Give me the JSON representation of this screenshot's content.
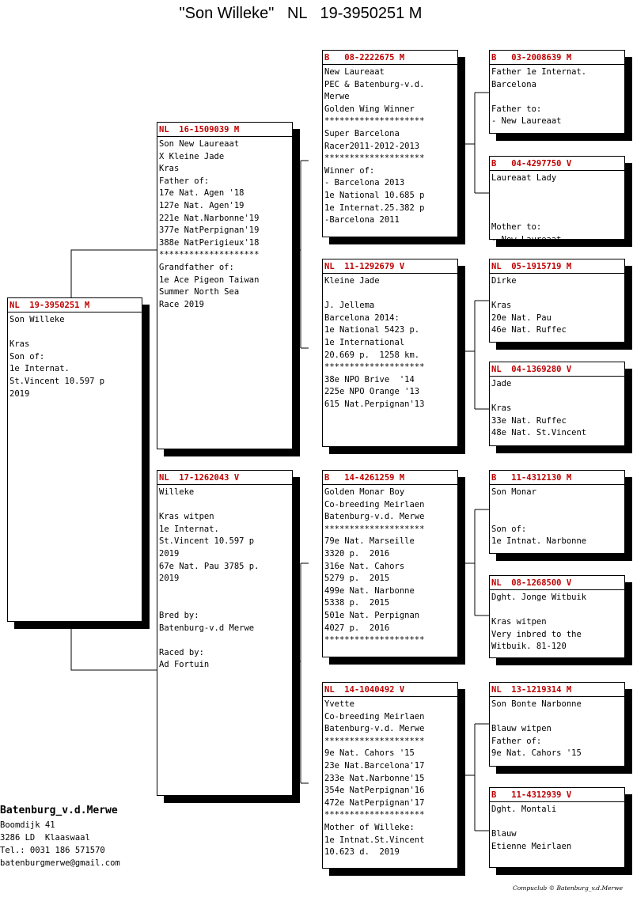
{
  "title": "\"Son Willeke\"   NL   19-3950251 M",
  "cards": {
    "subject": {
      "header": "NL  19-3950251 M",
      "lines": [
        "Son Willeke",
        "",
        "Kras",
        "Son of:",
        "1e Internat.",
        "St.Vincent 10.597 p",
        "2019"
      ]
    },
    "sire": {
      "header": "NL  16-1509039 M",
      "lines": [
        "Son New Laureaat",
        "X Kleine Jade",
        "Kras",
        "Father of:",
        "17e Nat. Agen '18",
        "127e Nat. Agen'19",
        "221e Nat.Narbonne'19",
        "377e NatPerpignan'19",
        "388e NatPerigieux'18",
        "********************",
        "Grandfather of:",
        "1e Ace Pigeon Taiwan",
        "Summer North Sea",
        "Race 2019"
      ]
    },
    "dam": {
      "header": "NL  17-1262043 V",
      "lines": [
        "Willeke",
        "",
        "Kras witpen",
        "1e Internat.",
        "St.Vincent 10.597 p",
        "2019",
        "67e Nat. Pau 3785 p.",
        "2019",
        "",
        "",
        "Bred by:",
        "Batenburg-v.d Merwe",
        "",
        "Raced by:",
        "Ad Fortuin"
      ]
    },
    "ss": {
      "header": "B   08-2222675 M",
      "lines": [
        "New Laureaat",
        "PEC & Batenburg-v.d.",
        "Merwe",
        "Golden Wing Winner",
        "********************",
        "Super Barcelona",
        "Racer2011-2012-2013",
        "********************",
        "Winner of:",
        "- Barcelona 2013",
        "1e National 10.685 p",
        "1e Internat.25.382 p",
        "-Barcelona 2011"
      ]
    },
    "sd": {
      "header": "NL  11-1292679 V",
      "lines": [
        "Kleine Jade",
        "",
        "J. Jellema",
        "Barcelona 2014:",
        "1e National 5423 p.",
        "1e International",
        "20.669 p.  1258 km.",
        "********************",
        "38e NPO Brive  '14",
        "225e NPO Orange '13",
        "615 Nat.Perpignan'13"
      ]
    },
    "ds": {
      "header": "B   14-4261259 M",
      "lines": [
        "Golden Monar Boy",
        "Co-breeding Meirlaen",
        "Batenburg-v.d. Merwe",
        "********************",
        "79e Nat. Marseille",
        "3320 p.  2016",
        "316e Nat. Cahors",
        "5279 p.  2015",
        "499e Nat. Narbonne",
        "5338 p.  2015",
        "501e Nat. Perpignan",
        "4027 p.  2016",
        "********************"
      ]
    },
    "dd": {
      "header": "NL  14-1040492 V",
      "lines": [
        "Yvette",
        "Co-breeding Meirlaen",
        "Batenburg-v.d. Merwe",
        "********************",
        "9e Nat. Cahors '15",
        "23e Nat.Barcelona'17",
        "233e Nat.Narbonne'15",
        "354e NatPerpignan'16",
        "472e NatPerpignan'17",
        "********************",
        "Mother of Willeke:",
        "1e Intnat.St.Vincent",
        "10.623 d.  2019"
      ]
    },
    "sss": {
      "header": "B   03-2008639 M",
      "lines": [
        "Father 1e Internat.",
        "Barcelona",
        "",
        "Father to:",
        "- New Laureaat"
      ]
    },
    "ssd": {
      "header": "B   04-4297750 V",
      "lines": [
        "Laureaat Lady",
        "",
        "",
        "",
        "Mother to:",
        "- New Laureaat"
      ]
    },
    "sds": {
      "header": "NL  05-1915719 M",
      "lines": [
        "Dirke",
        "",
        "Kras",
        "20e Nat. Pau",
        "46e Nat. Ruffec"
      ]
    },
    "sdd": {
      "header": "NL  04-1369280 V",
      "lines": [
        "Jade",
        "",
        "Kras",
        "33e Nat. Ruffec",
        "48e Nat. St.Vincent"
      ]
    },
    "dss": {
      "header": "B   11-4312130 M",
      "lines": [
        "Son Monar",
        "",
        "",
        "Son of:",
        "1e Intnat. Narbonne"
      ]
    },
    "dsd": {
      "header": "NL  08-1268500 V",
      "lines": [
        "Dght. Jonge Witbuik",
        "",
        "Kras witpen",
        "Very inbred to the",
        "Witbuik. 81-120"
      ]
    },
    "dds": {
      "header": "NL  13-1219314 M",
      "lines": [
        "Son Bonte Narbonne",
        "",
        "Blauw witpen",
        "Father of:",
        "9e Nat. Cahors '15"
      ]
    },
    "ddd": {
      "header": "B   11-4312939 V",
      "lines": [
        "Dght. Montali",
        "",
        "Blauw",
        "Etienne Meirlaen"
      ]
    }
  },
  "owner": {
    "name": "Batenburg_v.d.Merwe",
    "lines": [
      "Boomdijk 41",
      "3286 LD  Klaaswaal",
      "Tel.: 0031 186 571570",
      "batenburgmerwe@gmail.com"
    ]
  },
  "credit": "Compuclub © Batenburg_v.d.Merwe"
}
